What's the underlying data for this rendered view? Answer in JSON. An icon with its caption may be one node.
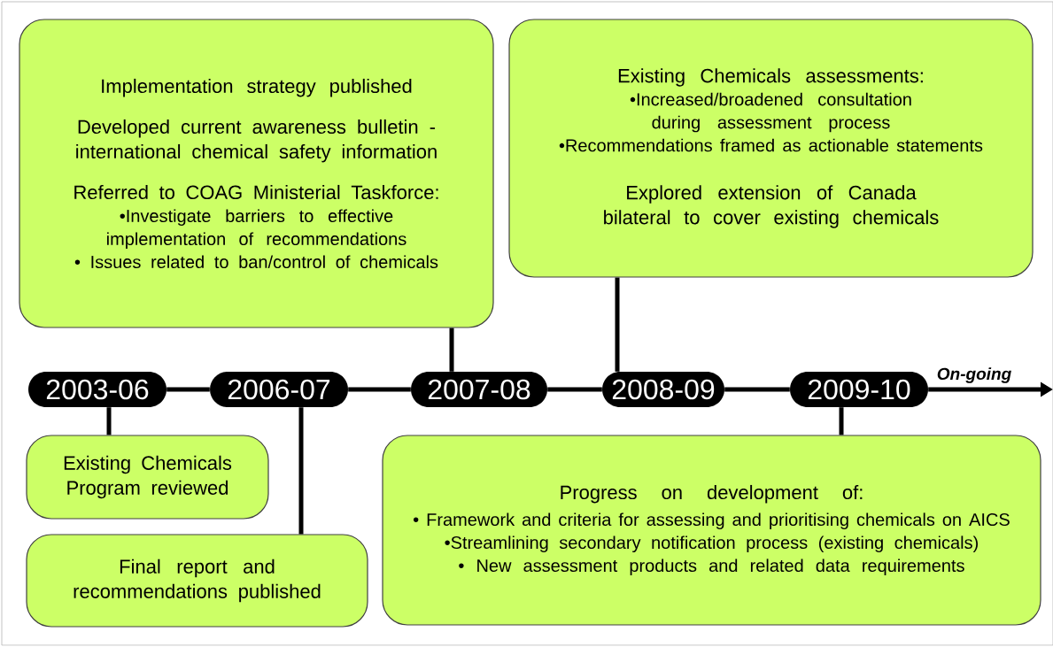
{
  "diagram": {
    "nodes": [
      {
        "text": [
          "2003-06"
        ]
      },
      {
        "text": [
          "2006-07"
        ]
      },
      {
        "text": [
          "2007-08"
        ]
      },
      {
        "text": [
          "2008-09"
        ]
      },
      {
        "text": [
          "2009-10"
        ]
      },
      {
        "text": [
          "Implementation strategy published",
          "Developed current awareness bulletin - international chemical safety information",
          "Referred to COAG Ministerial Taskforce:",
          "•Investigate barriers to effective implementation of recommendations",
          "• Issues related to ban/control of chemicals"
        ]
      },
      {
        "text": [
          "Existing Chemicals assessments:",
          "•Increased/broadened consultation during assessment process",
          "•Recommendations framed as actionable statements",
          "Explored extension of Canada bilateral to cover existing chemicals"
        ]
      },
      {
        "text": [
          "Existing Chemicals Program reviewed"
        ]
      },
      {
        "text": [
          "Final report and recommendations published"
        ]
      },
      {
        "text": [
          "Progress on development of:",
          "• Framework and criteria for assessing and prioritising chemicals on AICS",
          "•Streamlining secondary notification process (existing chemicals)",
          "• New assessment products and related data requirements"
        ]
      }
    ],
    "edges": [
      {
        "from": 0,
        "to": 1,
        "arrow": "none"
      },
      {
        "from": 1,
        "to": 2,
        "arrow": "none"
      },
      {
        "from": 2,
        "to": 3,
        "arrow": "none"
      },
      {
        "from": 3,
        "to": 4,
        "arrow": "none"
      },
      {
        "from": 4,
        "to": null,
        "arrow": "to",
        "label": "On-going"
      },
      {
        "from": 2,
        "to": 5,
        "arrow": "none"
      },
      {
        "from": 3,
        "to": 6,
        "arrow": "none"
      },
      {
        "from": 0,
        "to": 7,
        "arrow": "none"
      },
      {
        "from": 1,
        "to": 8,
        "arrow": "none"
      },
      {
        "from": 4,
        "to": 9,
        "arrow": "none"
      }
    ]
  }
}
